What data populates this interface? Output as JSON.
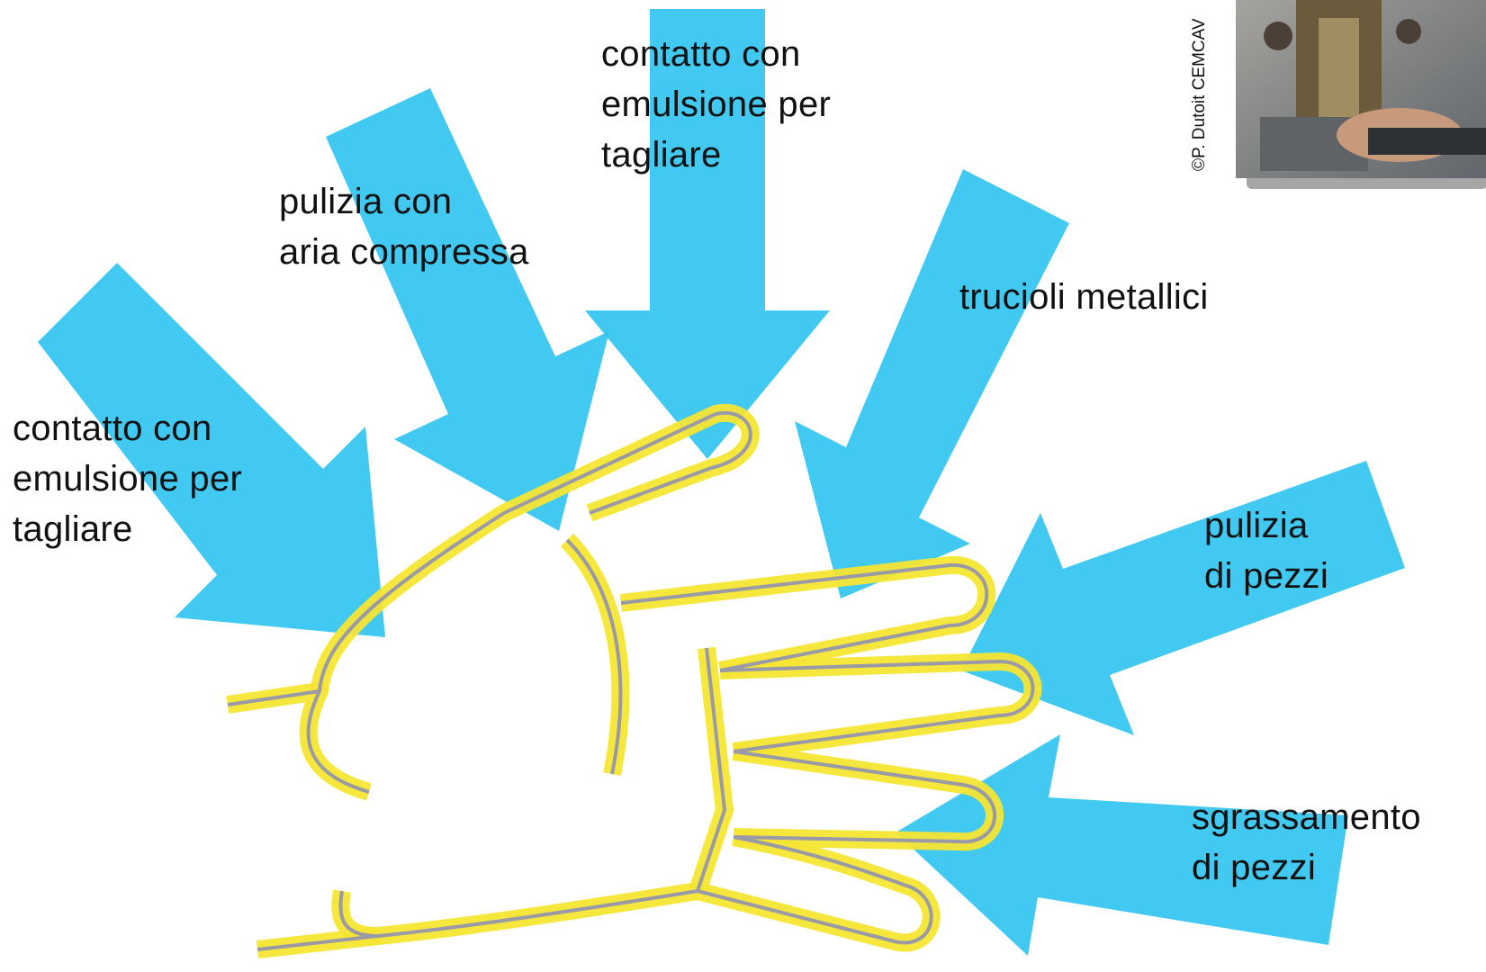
{
  "colors": {
    "arrow": "#2ec3ef",
    "glove_outline": "#f5e633",
    "glove_line": "#9a9aa6"
  },
  "labels": {
    "emulsion_left": "contatto con\nemulsione per\ntagliare",
    "compressed_air": "pulizia con\naria compressa",
    "emulsion_top": "contatto con\nemulsione per\ntagliare",
    "metal_chips": "trucioli metallici",
    "parts_cleaning": "pulizia\ndi pezzi",
    "degreasing": "sgrassamento\ndi pezzi"
  },
  "photo": {
    "credit": "©P. Dutoit CEMCAV",
    "subject": "milling-machine-photo"
  }
}
